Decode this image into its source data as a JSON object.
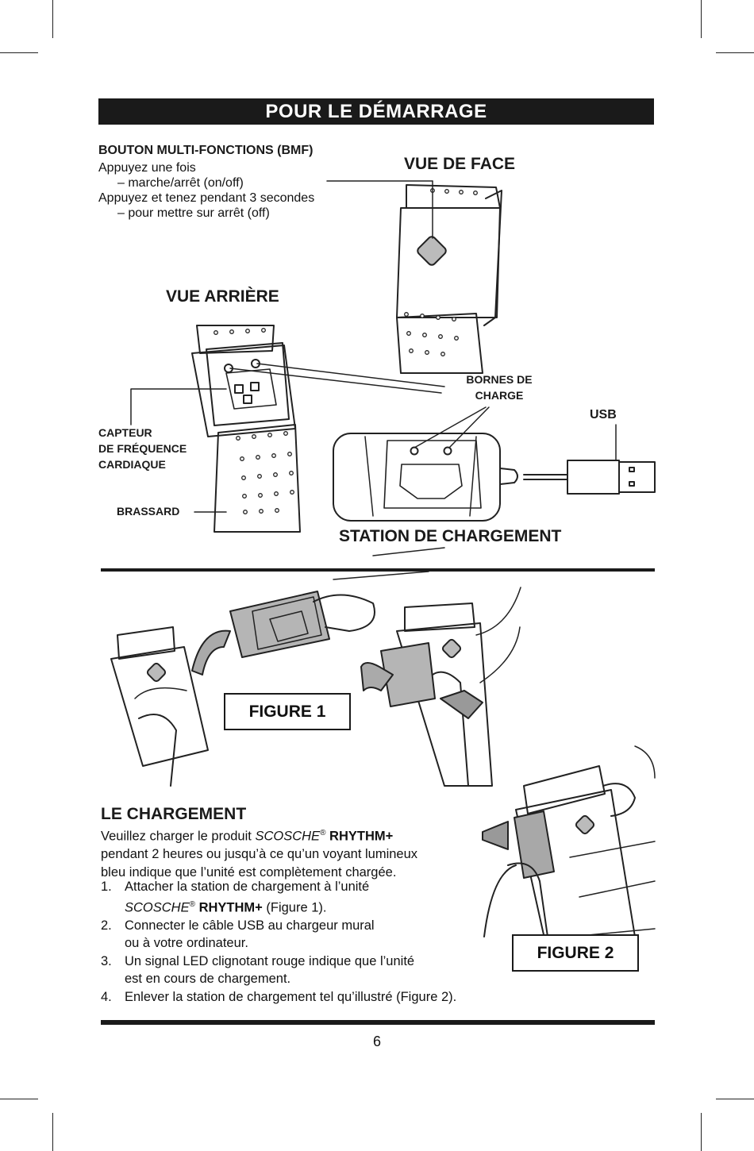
{
  "header": {
    "title": "POUR LE DÉMARRAGE"
  },
  "bmf": {
    "title": "BOUTON MULTI-FONCTIONS (BMF)",
    "line1": "Appuyez une fois",
    "line2": "– marche/arrêt (on/off)",
    "line3": "Appuyez et tenez pendant 3 secondes",
    "line4": "– pour mettre sur arrêt (off)"
  },
  "labels": {
    "front_view": "VUE DE FACE",
    "back_view": "VUE ARRIÈRE",
    "charge_terminals_1": "BORNES DE",
    "charge_terminals_2": "CHARGE",
    "usb": "USB",
    "sensor_1": "CAPTEUR",
    "sensor_2": "DE FRÉQUENCE",
    "sensor_3": "CARDIAQUE",
    "armband": "BRASSARD",
    "charging_station": "STATION DE CHARGEMENT"
  },
  "figures": {
    "figure1": "FIGURE 1",
    "figure2": "FIGURE 2"
  },
  "charging": {
    "title": "LE CHARGEMENT",
    "intro_a": "Veuillez charger le produit ",
    "brand": "SCOSCHE",
    "reg": "®",
    "product": " RHYTHM+",
    "intro_b": "pendant 2 heures ou jusqu’à ce qu’un voyant lumineux",
    "intro_c": "bleu indique que l’unité est complètement chargée.",
    "steps": [
      {
        "num": "1.",
        "a": "Attacher la station de chargement à l’unité",
        "b_brand": "SCOSCHE",
        "b_reg": "®",
        "b_product": " RHYTHM+",
        "b_rest": " (Figure 1)."
      },
      {
        "num": "2.",
        "a": "Connecter le câble USB au chargeur mural",
        "b": "ou à votre ordinateur."
      },
      {
        "num": "3.",
        "a": "Un signal LED clignotant rouge indique que l’unité",
        "b": "est en cours de chargement."
      },
      {
        "num": "4.",
        "a": "Enlever la station de chargement tel qu’illustré (Figure 2)."
      }
    ]
  },
  "page_number": "6"
}
